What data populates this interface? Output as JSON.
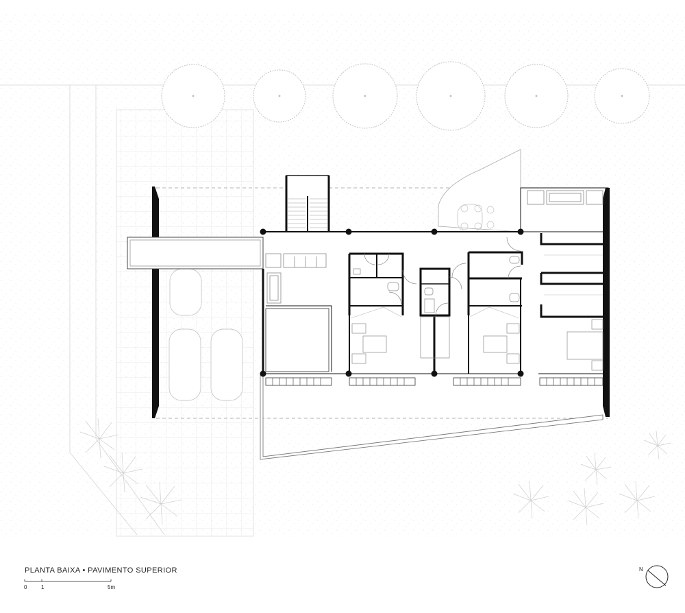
{
  "title": "PLANTA BAIXA • PAVIMENTO SUPERIOR",
  "scale_bar": {
    "labels": [
      "0",
      "1",
      "5m"
    ]
  },
  "north_label": "N",
  "colors": {
    "wall": "#111111",
    "thin_line": "#9a9a9a",
    "faint_line": "#d2d2d2",
    "ground_dots": "#cfcfcf"
  }
}
